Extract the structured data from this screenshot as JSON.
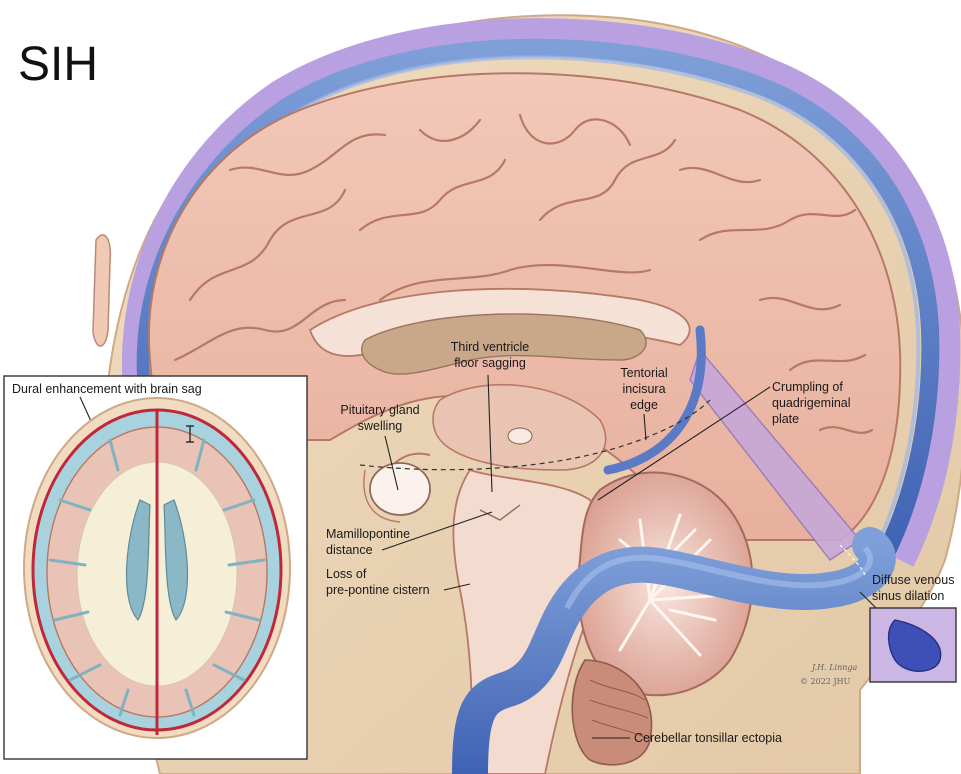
{
  "title": "SIH",
  "inset_axial": {
    "heading": "Dural enhancement with brain sag"
  },
  "inset_sinus": {
    "label_line1": "Diffuse venous",
    "label_line2": "sinus dilation"
  },
  "labels": {
    "third_ventricle": [
      "Third ventricle",
      "floor sagging"
    ],
    "tentorial": [
      "Tentorial",
      "incisura",
      "edge"
    ],
    "crumpling": [
      "Crumpling of",
      "quadrigeminal",
      "plate"
    ],
    "pituitary": [
      "Pituitary gland",
      "swelling"
    ],
    "mamillopontine": [
      "Mamillopontine",
      "distance"
    ],
    "prepontine": [
      "Loss of",
      "pre-pontine cistern"
    ],
    "tonsillar": "Cerebellar tonsillar ectopia"
  },
  "signature": {
    "name": "J.H. Linnga",
    "copyright": "© 2022 JHU"
  }
}
